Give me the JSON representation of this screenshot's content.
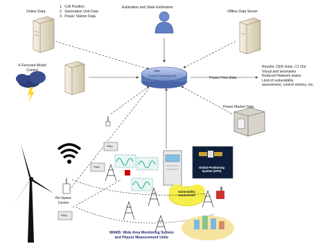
{
  "diagram": {
    "hub": {
      "title": "CPU",
      "subtitle": "Control Processing Unit"
    },
    "weather_list": {
      "line1": "1.  Cell Position",
      "line2": "2.  Generation Unit Data",
      "line3": "3.  Power Station Data"
    },
    "online_data_label": "Online Data",
    "estimation_label": "Estimation and State Estimation",
    "offline_data_label": "Offline Data Server",
    "forecast_label": "X-Forecast Model\nControl",
    "vulnerability_label": "Vulnerability Assessment",
    "vulnerability_label_2": "Vulnerability\nAssessment",
    "output_label": "Results: CEN Units, C1 Out\nVisual and anomalies\nReduced Network status\nLimit of vulnerability\nassessment, control actions, etc.",
    "power_flow_label": "Power Flow Data",
    "power_market_label": "Power Market Data",
    "gps_label": "Global Positioning\nSystem (GPS)",
    "pmu_label": "PMU",
    "control_center_label": "Re-Space\nCenter",
    "bottom_label": "WAMS: Wide Area Monitoring System\nand Phasor Measurement Units",
    "colors": {
      "hub": "#8fa6d6",
      "hub_dark": "#3d5a99",
      "server": "#ece4d2",
      "person": "#5f7fc4",
      "cloud": "#2d3f7a",
      "lightning": "#ffd21f",
      "yellow_cloud": "#f6ee4a",
      "city": "#f5e3a0",
      "wave": "#0d9c8c",
      "line": "#333333"
    }
  }
}
